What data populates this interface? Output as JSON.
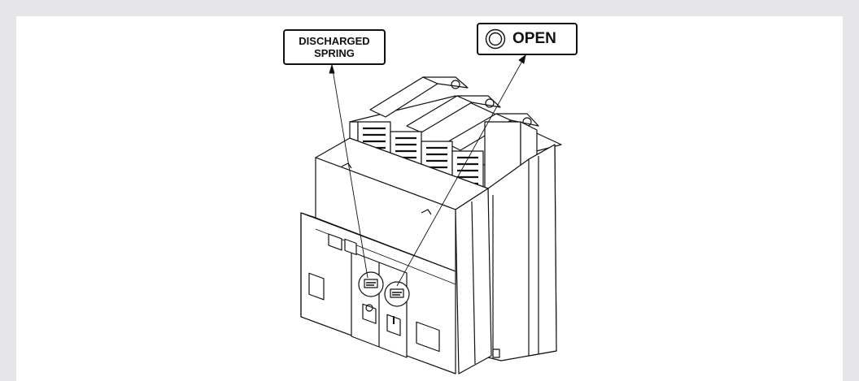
{
  "labels": {
    "discharged_line1": "DISCHARGED",
    "discharged_line2": "SPRING",
    "open": "OPEN"
  },
  "icons": {
    "open_indicator": "concentric-circle-icon"
  },
  "colors": {
    "background": "#e6e6e8",
    "panel": "#ffffff",
    "line": "#111111"
  }
}
